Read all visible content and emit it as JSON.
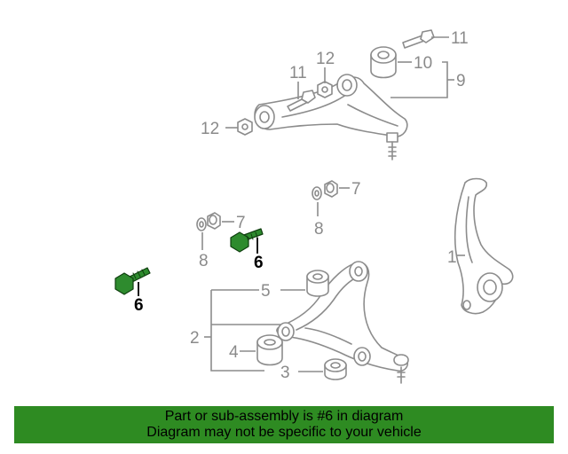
{
  "callouts": [
    {
      "id": "c1",
      "label": "1"
    },
    {
      "id": "c2",
      "label": "2"
    },
    {
      "id": "c3",
      "label": "3"
    },
    {
      "id": "c4",
      "label": "4"
    },
    {
      "id": "c5",
      "label": "5"
    },
    {
      "id": "c6a",
      "label": "6",
      "highlighted": true
    },
    {
      "id": "c6b",
      "label": "6",
      "highlighted": true
    },
    {
      "id": "c7a",
      "label": "7"
    },
    {
      "id": "c7b",
      "label": "7"
    },
    {
      "id": "c8a",
      "label": "8"
    },
    {
      "id": "c8b",
      "label": "8"
    },
    {
      "id": "c9",
      "label": "9"
    },
    {
      "id": "c10",
      "label": "10"
    },
    {
      "id": "c11a",
      "label": "11"
    },
    {
      "id": "c11b",
      "label": "11"
    },
    {
      "id": "c12a",
      "label": "12"
    },
    {
      "id": "c12b",
      "label": "12"
    }
  ],
  "banner": {
    "line1": "Part or sub-assembly is #6 in diagram",
    "line2": "Diagram may not be specific to your vehicle"
  },
  "colors": {
    "banner_bg": "#2e8b22",
    "highlight_part": "#2e8b2e",
    "line_art": "#8c8c8c"
  }
}
